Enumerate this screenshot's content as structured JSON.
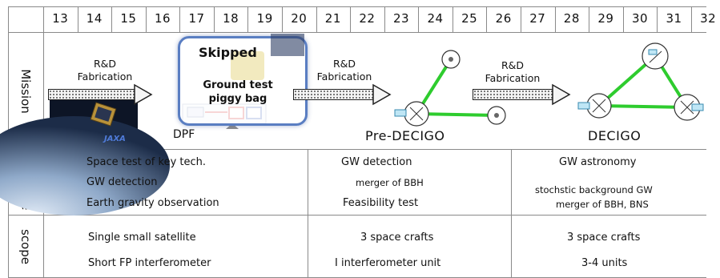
{
  "years": [
    "13",
    "14",
    "15",
    "16",
    "17",
    "18",
    "19",
    "20",
    "21",
    "22",
    "23",
    "24",
    "25",
    "26",
    "27",
    "28",
    "29",
    "30",
    "31",
    "32"
  ],
  "rows": {
    "mission": "Mission",
    "objective": "objective",
    "scope": "scope"
  },
  "mission": {
    "rd_1": [
      "R&D",
      "Fabrication"
    ],
    "rd_2": [
      "R&D",
      "Fabrication"
    ],
    "rd_3": [
      "R&D",
      "Fabrication"
    ],
    "skipped": "Skipped",
    "ground_test": [
      "Ground test",
      "piggy bag"
    ],
    "dpf": "DPF",
    "jaxa": "JAXA",
    "pre_decigo": "Pre-DECIGO",
    "decigo": "DECIGO"
  },
  "objective": {
    "col1": [
      "Space test of key tech.",
      "GW detection",
      "Earth gravity observation"
    ],
    "col2": [
      "GW detection",
      "merger of BBH",
      "Feasibility test"
    ],
    "col3": [
      "GW astronomy",
      "stochstic background GW",
      "merger of BBH, BNS"
    ]
  },
  "scope": {
    "col1": [
      "Single small satellite",
      "Short FP interferometer"
    ],
    "col2": [
      "3 space crafts",
      "I interferometer unit"
    ],
    "col3": [
      "3 space crafts",
      "3-4 units"
    ]
  },
  "colors": {
    "grid": "#8a8a8a",
    "triangle_green": "#2ecc2e",
    "skipped_border": "#5a7ec2"
  }
}
